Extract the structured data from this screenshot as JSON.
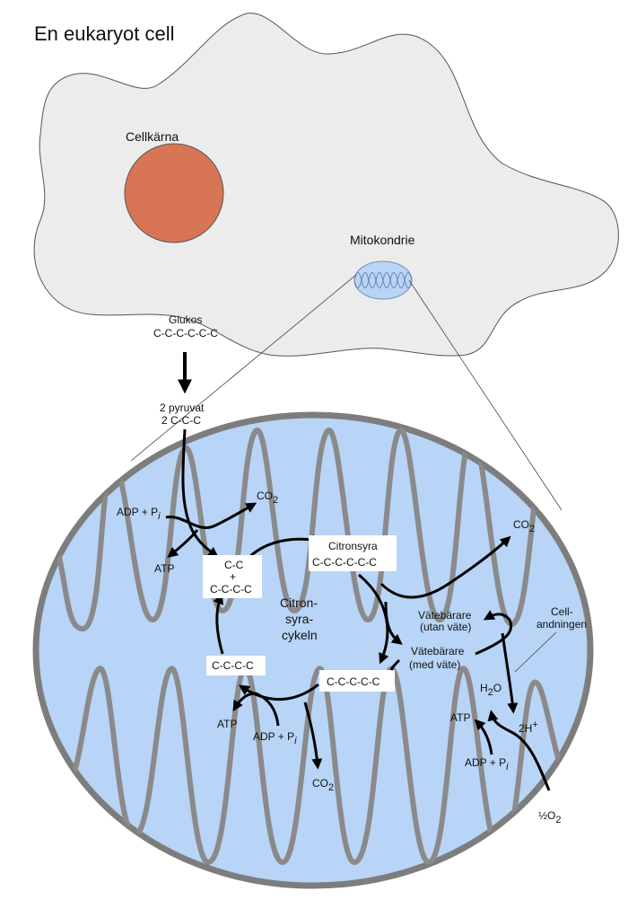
{
  "title": "En eukaryot cell",
  "labels": {
    "nucleus": "Cellkärna",
    "mitochondrion": "Mitokondrie",
    "glucose": "Glukos",
    "glucose_formula": "C-C-C-C-C-C",
    "pyruvate": "2 pyruvat",
    "pyruvate_formula": "2 C-C-C",
    "cycle_line1": "Citron-",
    "cycle_line2": "syra-",
    "cycle_line3": "cykeln",
    "citric_acid": "Citronsyra",
    "citric_formula": "C-C-C-C-C-C",
    "acetyl_top": "C-C",
    "acetyl_plus": "+",
    "acetyl_bottom": "C-C-C-C",
    "c4": "C-C-C-C",
    "c5": "C-C-C-C-C",
    "carrier_empty_1": "Vätebärare",
    "carrier_empty_2": "(utan väte)",
    "carrier_full_1": "Vätebärare",
    "carrier_full_2": "(med väte)",
    "respiration_1": "Cell-",
    "respiration_2": "andningen",
    "adp_pi": "ADP + P",
    "pi_sub": "i",
    "atp": "ATP",
    "co2": "CO",
    "co2_sub": "2",
    "h2o_h": "H",
    "h2o_sub": "2",
    "h2o_o": "O",
    "two_h": "2H",
    "two_h_sup": "+",
    "half_o2": "½O",
    "half_o2_sub": "2"
  },
  "colors": {
    "cytoplasm": "#ececec",
    "cell_outline": "#555555",
    "nucleus": "#d87555",
    "matrix": "#b8d4f6",
    "membrane": "#8a8a8a",
    "arrow": "#000000"
  }
}
